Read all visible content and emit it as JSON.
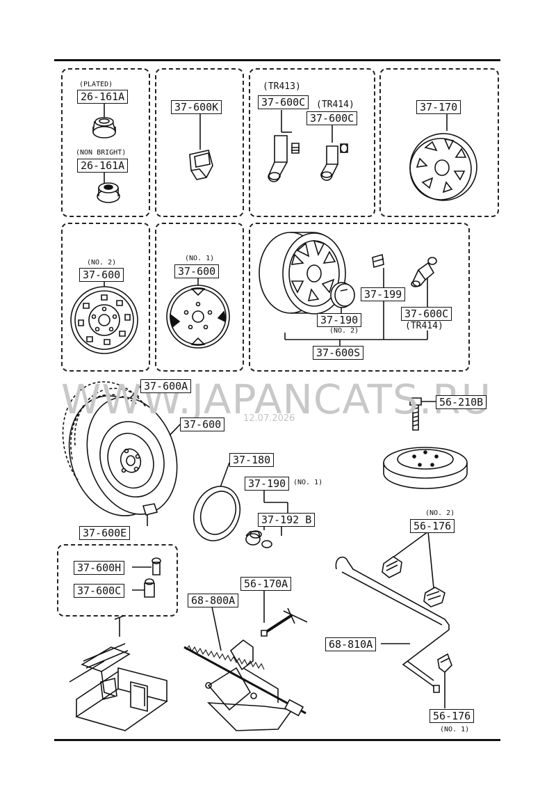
{
  "watermark": {
    "text": "WWW.JAPANCATS.RU",
    "date": "12.07.2026"
  },
  "labels": {
    "p26161a_plated": "26-161A",
    "p26161a_nonbright": "26-161A",
    "p37600k": "37-600K",
    "p37600c_tr413": "37-600C",
    "p37600c_tr414": "37-600C",
    "p37170": "37-170",
    "p37600_no2": "37-600",
    "p37600_no1": "37-600",
    "p37199": "37-199",
    "p37600c_alloy": "37-600C",
    "p37190_no2": "37-190",
    "p37600s": "37-600S",
    "p37600a": "37-600A",
    "p37600_tire": "37-600",
    "p37600e": "37-600E",
    "p37180": "37-180",
    "p37190_no1": "37-190",
    "p37192b": "37-192 B",
    "p56210b": "56-210B",
    "p56176_no2": "56-176",
    "p37600h": "37-600H",
    "p37600c_kit": "37-600C",
    "p56170a": "56-170A",
    "p68800a": "68-800A",
    "p68810a": "68-810A",
    "p56176_no1": "56-176"
  },
  "notes": {
    "plated": "(PLATED)",
    "non_bright": "(NON BRIGHT)",
    "tr413": "(TR413)",
    "tr414_top": "(TR414)",
    "no2_steel": "(NO. 2)",
    "no1_steel": "(NO. 1)",
    "no2_alloy": "(NO. 2)",
    "tr414_alloy": "(TR414)",
    "no1_cap": "(NO. 1)",
    "no2_hook": "(NO. 2)",
    "no1_hook": "(NO. 1)"
  }
}
